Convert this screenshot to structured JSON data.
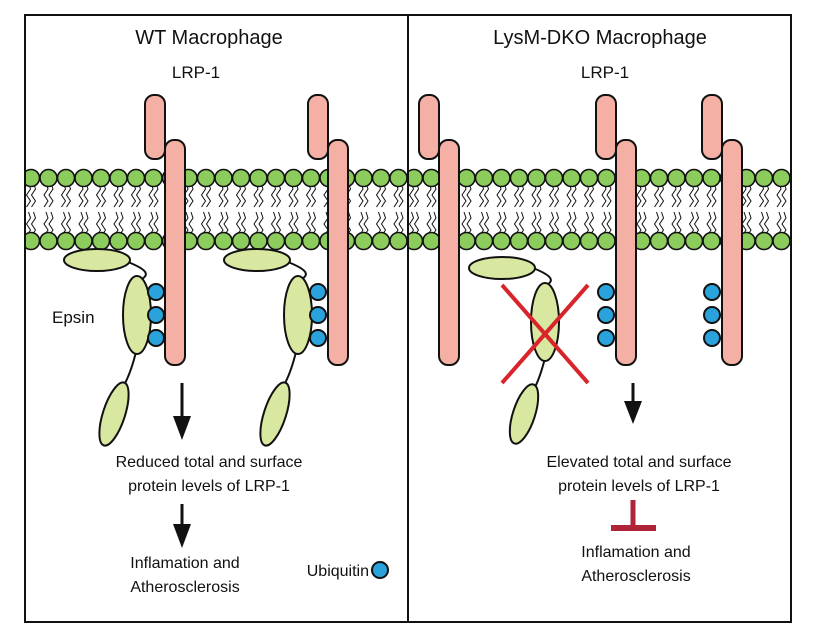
{
  "panels": {
    "left": {
      "title": "WT Macrophage",
      "receptor_label": "LRP-1",
      "adaptor_label": "Epsin",
      "outcome": [
        "Reduced total and surface",
        "protein levels of LRP-1"
      ],
      "consequence": [
        "Inflamation and",
        "Atherosclerosis"
      ]
    },
    "right": {
      "title": "LysM-DKO Macrophage",
      "receptor_label": "LRP-1",
      "outcome": [
        "Elevated total and surface",
        "protein levels of LRP-1"
      ],
      "consequence": [
        "Inflamation and",
        "Atherosclerosis"
      ]
    }
  },
  "legend": {
    "ubiquitin_label": "Ubiquitin"
  },
  "colors": {
    "receptor": "#f4b0a4",
    "epsin": "#d8e8a0",
    "ubiquitin": "#2aa2dc",
    "lipid_head": "#8ccc5c",
    "knockout_cross": "#d8252c",
    "inhibition": "#b0243a"
  },
  "icons": {
    "arrow": "down-arrow-icon",
    "inhibit": "inhibition-bar-icon",
    "knockout": "red-cross-icon"
  }
}
